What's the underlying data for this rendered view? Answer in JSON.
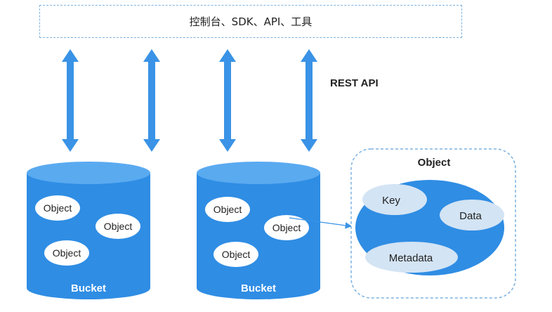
{
  "top_box": {
    "label": "控制台、SDK、API、工具"
  },
  "rest_api": {
    "label": "REST API"
  },
  "buckets": [
    {
      "label": "Bucket",
      "objects": [
        "Object",
        "Object",
        "Object"
      ]
    },
    {
      "label": "Bucket",
      "objects": [
        "Object",
        "Object",
        "Object"
      ]
    }
  ],
  "object_detail": {
    "title": "Object",
    "parts": [
      "Key",
      "Data",
      "Metadata"
    ]
  },
  "colors": {
    "bucket_blue": "#2f8de4",
    "bucket_top": "#5aaaf0",
    "arrow_blue": "#3a93e6",
    "object_fill": "#ffffff",
    "part_fill": "#d3e4f4",
    "dashed_border": "#7cb2e0"
  }
}
